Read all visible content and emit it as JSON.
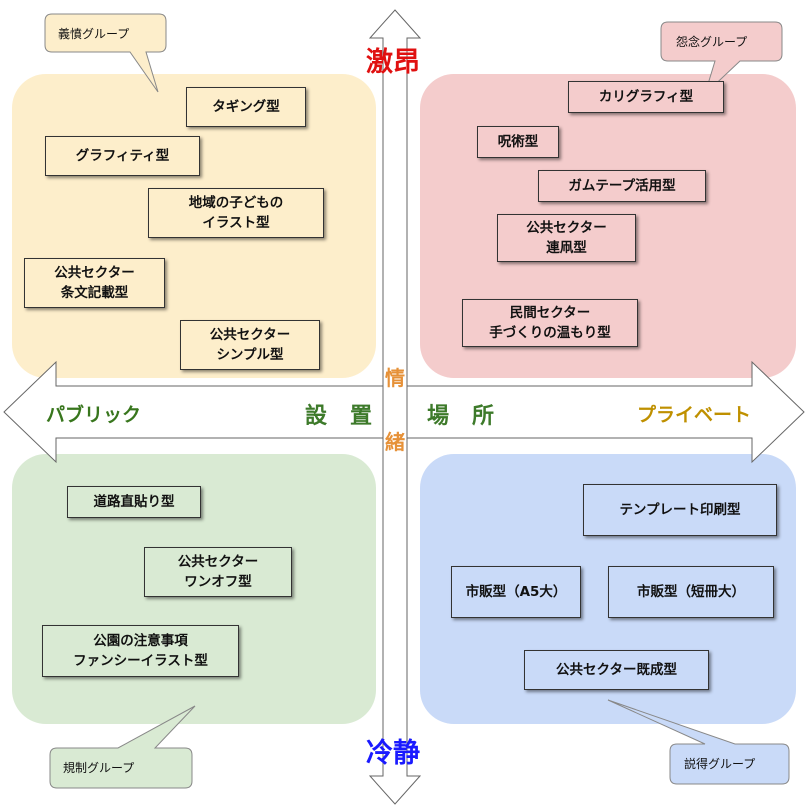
{
  "axes": {
    "vertical_top": "激昂",
    "vertical_bottom": "冷静",
    "vertical_center_top": "情",
    "vertical_center_bottom": "緒",
    "horizontal_left": "パブリック",
    "horizontal_right": "プライベート",
    "horizontal_center": [
      "設",
      "置",
      "場",
      "所"
    ]
  },
  "groups": {
    "top_left": "義憤グループ",
    "top_right": "怨念グループ",
    "bottom_left": "規制グループ",
    "bottom_right": "説得グループ"
  },
  "items": {
    "tl": [
      [
        "タギング型"
      ],
      [
        "グラフィティ型"
      ],
      [
        "地域の子どもの",
        "イラスト型"
      ],
      [
        "公共セクター",
        "条文記載型"
      ],
      [
        "公共セクター",
        "シンプル型"
      ]
    ],
    "tr": [
      [
        "カリグラフィ型"
      ],
      [
        "呪術型"
      ],
      [
        "ガムテープ活用型"
      ],
      [
        "公共セクター",
        "連凧型"
      ],
      [
        "民間セクター",
        "手づくりの温もり型"
      ]
    ],
    "bl": [
      [
        "道路直貼り型"
      ],
      [
        "公共セクター",
        "ワンオフ型"
      ],
      [
        "公園の注意事項",
        "ファンシーイラスト型"
      ]
    ],
    "br": [
      [
        "テンプレート印刷型"
      ],
      [
        "市販型（A5大）"
      ],
      [
        "市販型（短冊大）"
      ],
      [
        "公共セクター既成型"
      ]
    ]
  },
  "colors": {
    "top_left": "#fdeecb",
    "top_right": "#f4cccc",
    "bottom_left": "#d9ead3",
    "bottom_right": "#c9daf8",
    "vertical_top_label": "#e01010",
    "vertical_bottom_label": "#1a1aff",
    "horizontal_left_label": "#38761d",
    "horizontal_right_label": "#bf9000",
    "center_label": "#3d7a2a",
    "emotion_label": "#e69138"
  }
}
